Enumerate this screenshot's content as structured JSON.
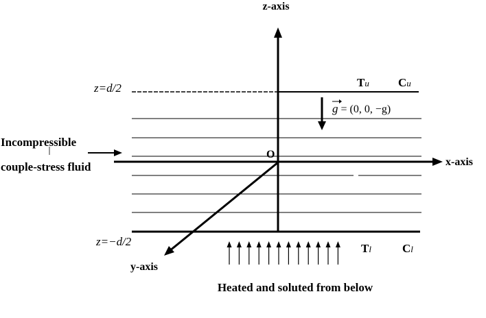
{
  "labels": {
    "z_axis": "z-axis",
    "x_axis": "x-axis",
    "y_axis": "y-axis",
    "origin": "O",
    "top_boundary_prefix": "z=",
    "top_boundary_value": "d/2",
    "bottom_boundary_prefix": "z=",
    "bottom_boundary_value": "−d/2",
    "upper_temp": "T",
    "upper_temp_sub": "u",
    "upper_conc": "C",
    "upper_conc_sub": "u",
    "lower_temp": "T",
    "lower_temp_sub": "l",
    "lower_conc": "C",
    "lower_conc_sub": "l",
    "gravity_symbol": "g",
    "gravity_value": " = (0, 0, −g)",
    "fluid_line1": "Incompressible",
    "fluid_line2": "couple-stress fluid",
    "heating_caption": "Heated and soluted from below"
  }
}
